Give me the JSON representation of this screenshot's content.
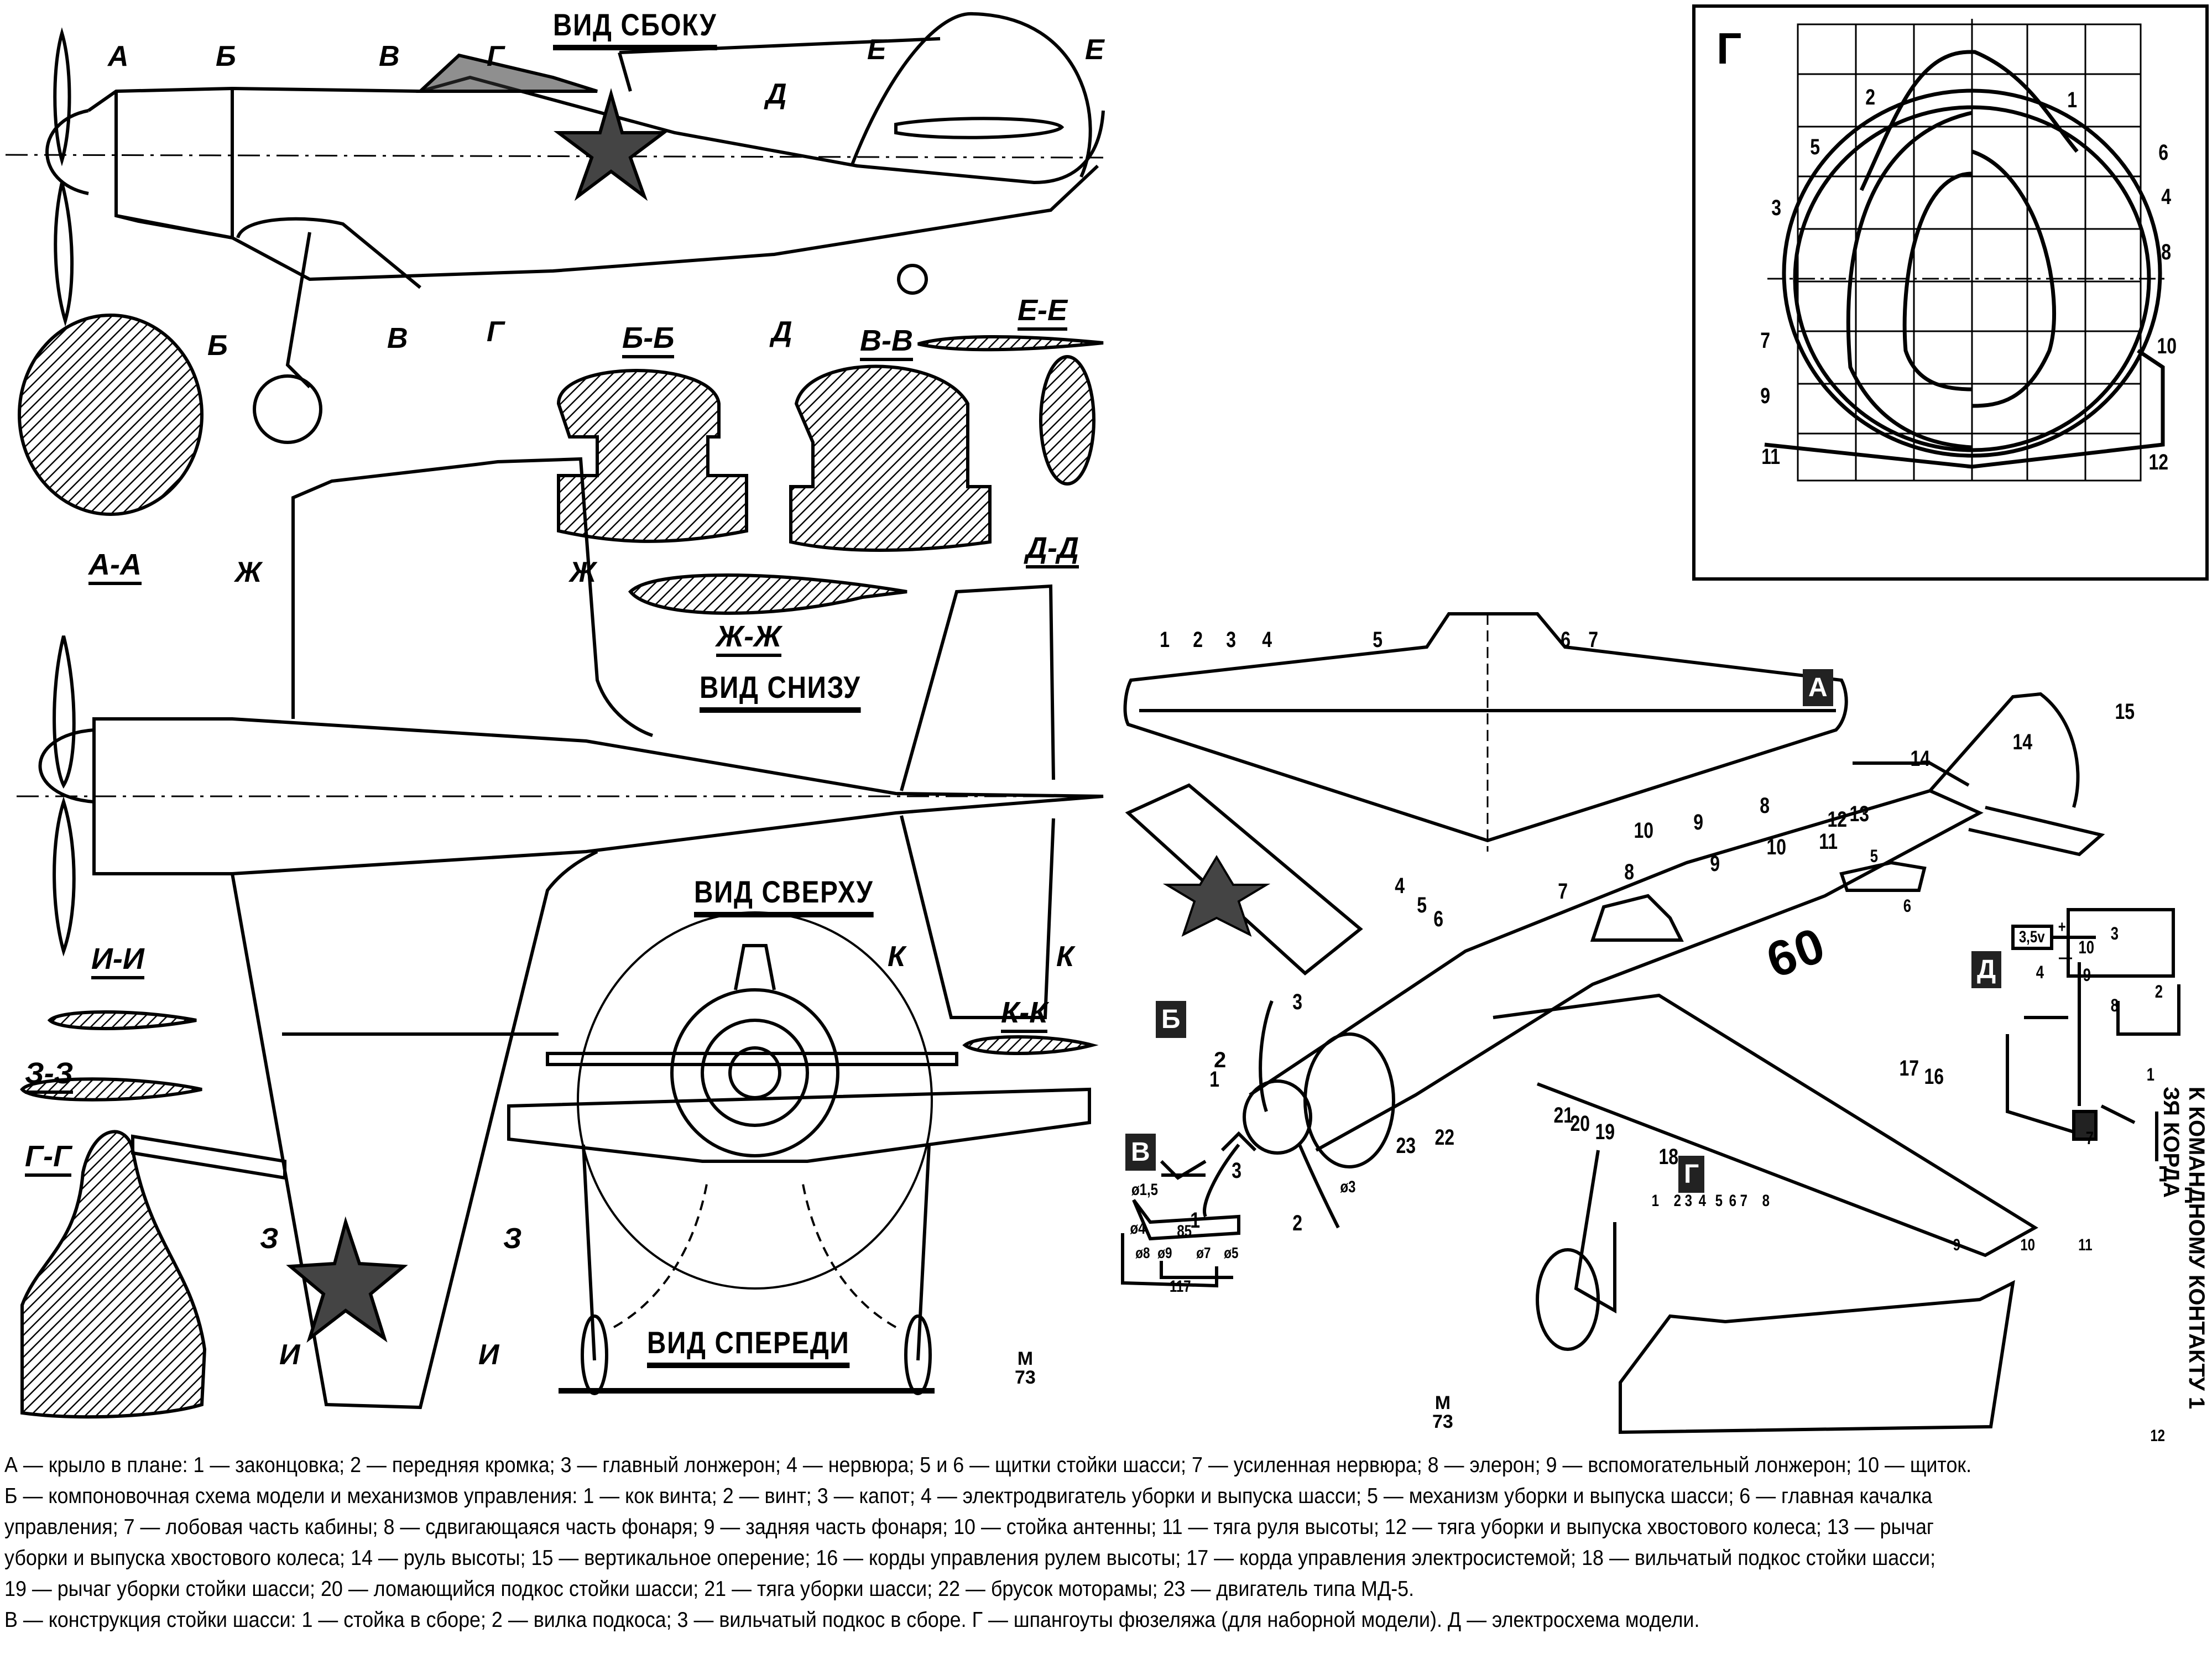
{
  "views": {
    "side": "ВИД СБОКУ",
    "bottom": "ВИД СНИЗУ",
    "top": "ВИД СВЕРХУ",
    "front": "ВИД СПЕРЕДИ"
  },
  "section_marks": {
    "side_top": [
      "А",
      "Б",
      "В",
      "Г",
      "Д",
      "Е",
      "Е"
    ],
    "side_bottom": [
      "А",
      "Б",
      "В",
      "Г",
      "Д"
    ],
    "wing_zh": [
      "Ж",
      "Ж"
    ],
    "tail_k": [
      "К",
      "К"
    ],
    "wing_z": [
      "З",
      "З"
    ],
    "wing_i": [
      "И",
      "И"
    ]
  },
  "sections": {
    "aa": "А-А",
    "bb": "Б-Б",
    "vv": "В-В",
    "ee": "Е-Е",
    "dd": "Д-Д",
    "zhzh": "Ж-Ж",
    "ii": "И-И",
    "zz": "З-З",
    "gg": "Г-Г",
    "kk": "К-К"
  },
  "stamp": {
    "logo": "M",
    "year": "73"
  },
  "frames_panel": {
    "letter": "Г",
    "numbers": [
      "1",
      "2",
      "3",
      "4",
      "5",
      "6",
      "7",
      "8",
      "9",
      "10",
      "11",
      "12"
    ]
  },
  "panels": {
    "a": {
      "letter": "А",
      "numbers": [
        "1",
        "2",
        "3",
        "4",
        "5",
        "6",
        "7",
        "8",
        "9",
        "10"
      ]
    },
    "b": {
      "letter": "Б",
      "numbers": [
        "1",
        "2",
        "3",
        "4",
        "5",
        "6",
        "7",
        "8",
        "9",
        "10",
        "11",
        "12",
        "13",
        "14",
        "14",
        "15",
        "16",
        "17",
        "18",
        "19",
        "20",
        "21",
        "22",
        "23"
      ]
    },
    "v": {
      "letter": "В",
      "numbers": [
        "1",
        "2",
        "3"
      ],
      "dims": [
        "ø1,5",
        "ø4",
        "ø3",
        "85",
        "117",
        "ø8",
        "ø9",
        "ø7",
        "ø5"
      ]
    },
    "g": {
      "letter": "Г",
      "numbers": [
        "1",
        "2",
        "3",
        "4",
        "5",
        "6",
        "7",
        "8",
        "9",
        "10",
        "11",
        "12"
      ]
    },
    "d": {
      "letter": "Д",
      "battery": "3,5v",
      "numbers": [
        "1",
        "2",
        "3",
        "4",
        "5",
        "6",
        "7",
        "8",
        "9",
        "10"
      ],
      "sign_plus": "+",
      "sign_minus": "—"
    }
  },
  "vertical_note": [
    "ЗЯ КОРДА",
    "К КОМАНДНОМУ КОНТАКТУ 1"
  ],
  "aircraft_marking": "60",
  "caption": [
    "А — крыло в плане: 1 — законцовка; 2 — передняя кромка; 3 — главный лонжерон; 4 — нервюра; 5 и 6 — щитки стойки шасси; 7 — усиленная нервюра; 8 — элерон; 9 — вспомогательный лонжерон; 10 — щиток.",
    "Б — компоновочная схема модели и механизмов управления: 1 — кок винта; 2 — винт; 3 — капот; 4 — электродвигатель уборки и выпуска шасси; 5 — механизм уборки и выпуска шасси; 6 — главная качалка",
    "управления; 7 — лобовая часть кабины; 8 — сдвигающаяся часть фонаря; 9 — задняя часть фонаря; 10 — стойка антенны; 11 — тяга руля высоты; 12 — тяга уборки и выпуска хвостового колеса; 13 — рычаг",
    "уборки и выпуска хвостового колеса; 14 — руль высоты; 15 — вертикальное оперение; 16 — корды управления рулем высоты; 17 — корда управления электросистемой; 18 — вильчатый подкос стойки шасси;",
    "19 — рычаг уборки стойки шасси; 20 — ломающийся подкос стойки шасси; 21 — тяга уборки шасси; 22 — брусок моторамы; 23 — двигатель типа МД-5.",
    "В — конструкция стойки шасси: 1 — стойка в сборе; 2 — вилка подкоса; 3 — вильчатый подкос в сборе. Г — шпангоуты фюзеляжа (для наборной модели). Д — электросхема модели."
  ]
}
